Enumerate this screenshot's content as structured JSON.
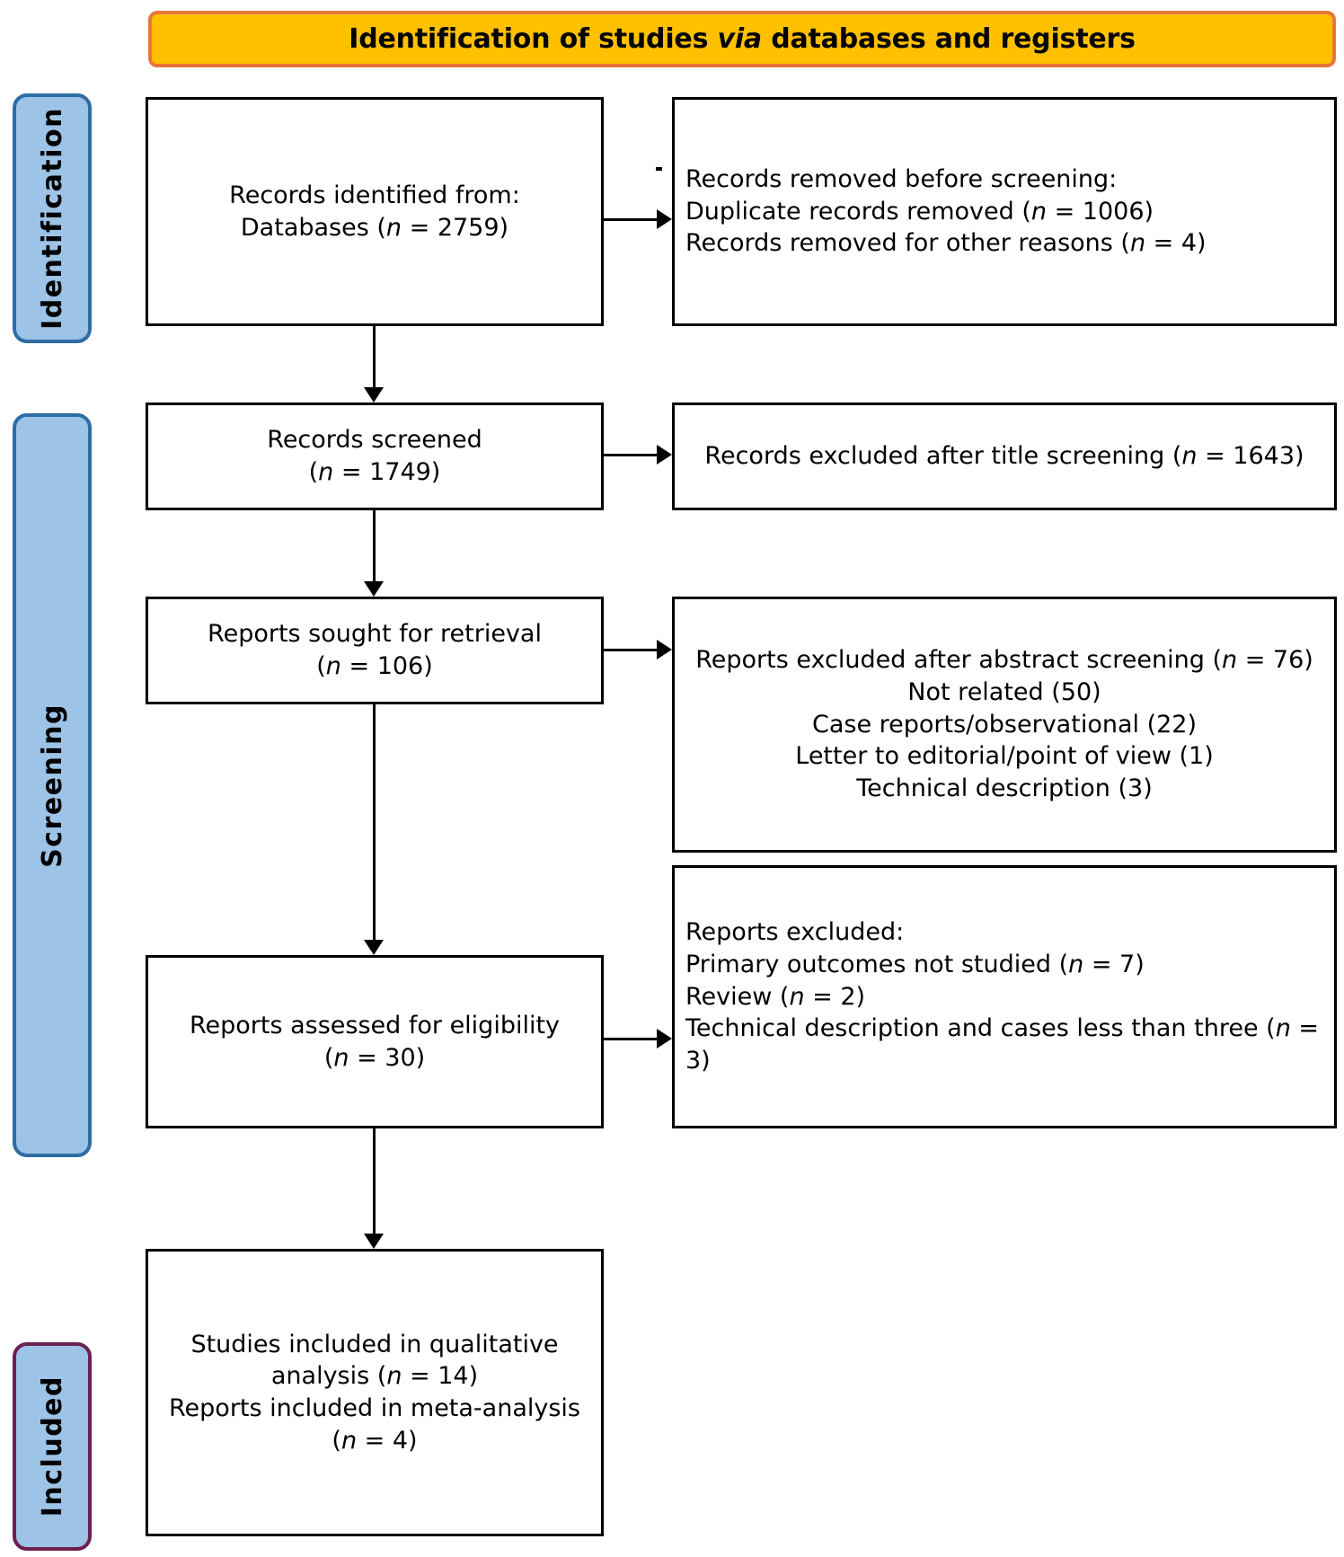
{
  "header": {
    "title_prefix": "Identification of studies ",
    "title_italic": "via",
    "title_suffix": " databases and registers"
  },
  "rails": [
    {
      "id": "identification",
      "label": "Identification",
      "border_color": "#2E6DA4",
      "fill_color": "#9DC3E6"
    },
    {
      "id": "screening",
      "label": "Screening",
      "border_color": "#2E6DA4",
      "fill_color": "#9DC3E6"
    },
    {
      "id": "included",
      "label": "Included",
      "border_color": "#6B2150",
      "fill_color": "#9DC3E6"
    }
  ],
  "boxes": {
    "identified": "Records identified from:\nDatabases (n = 2759)",
    "removed": "Records removed before screening:\n    Duplicate records removed (n = 1006)\n    Records removed for other reasons (n = 4)",
    "screened": "Records screened\n(n = 1749)",
    "excluded_title": "Records excluded after title screening (n = 1643)",
    "sought": "Reports sought for retrieval\n(n = 106)",
    "excluded_abstract": "Reports excluded after abstract screening (n = 76)\nNot related (50)\nCase reports/observational (22)\nLetter to editorial/point of view (1)\nTechnical description (3)",
    "assessed": "Reports assessed for eligibility\n(n = 30)",
    "excluded_eligibility": "Reports excluded:\n    Primary outcomes not studied (n = 7)\n    Review (n = 2)\n    Technical description and cases less than three (n = 3)",
    "included": "Studies included in qualitative analysis (n = 14)\nReports included in meta-analysis (n = 4)"
  },
  "counts": {
    "databases": 2759,
    "duplicates_removed": 1006,
    "other_removed": 4,
    "records_screened": 1749,
    "excluded_title": 1643,
    "reports_sought": 106,
    "excluded_abstract": 76,
    "not_related": 50,
    "case_reports_observational": 22,
    "letter_editorial_point_of_view": 1,
    "technical_description": 3,
    "reports_assessed": 30,
    "primary_outcomes_not_studied": 7,
    "review": 2,
    "technical_description_and_cases": 3,
    "qualitative_analysis": 14,
    "meta_analysis": 4
  },
  "colors": {
    "banner_fill": "#FFC000",
    "banner_border": "#E8763C",
    "rail_fill": "#9DC3E6",
    "rail_border_blue": "#2E6DA4",
    "rail_border_purple": "#6B2150",
    "box_border": "#000000",
    "text": "#000000"
  }
}
